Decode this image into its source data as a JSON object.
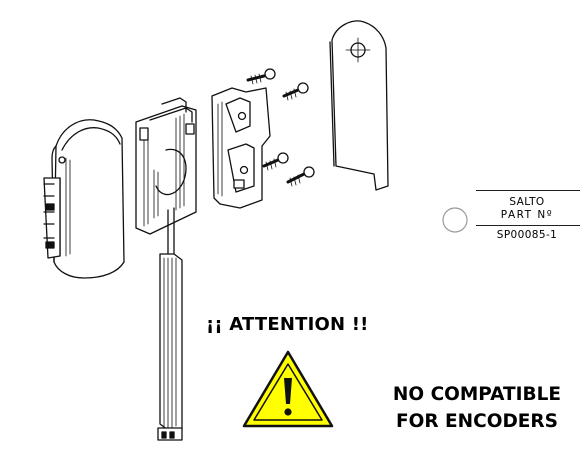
{
  "part_label": {
    "brand": "SALTO",
    "part_caption": "PART Nº",
    "part_number": "SP00085-1"
  },
  "warning": {
    "attention_text": "¡¡ ATTENTION !!",
    "notice_line1": "NO COMPATIBLE",
    "notice_line2": "FOR ENCODERS",
    "sign_icon": "exclamation-warning-triangle-icon",
    "sign_fill_color": "#ffff00"
  },
  "exploded_view_parts": [
    "reader-housing",
    "circuit-board-with-flex-cable",
    "mounting-bracket",
    "screws",
    "back-plate"
  ]
}
